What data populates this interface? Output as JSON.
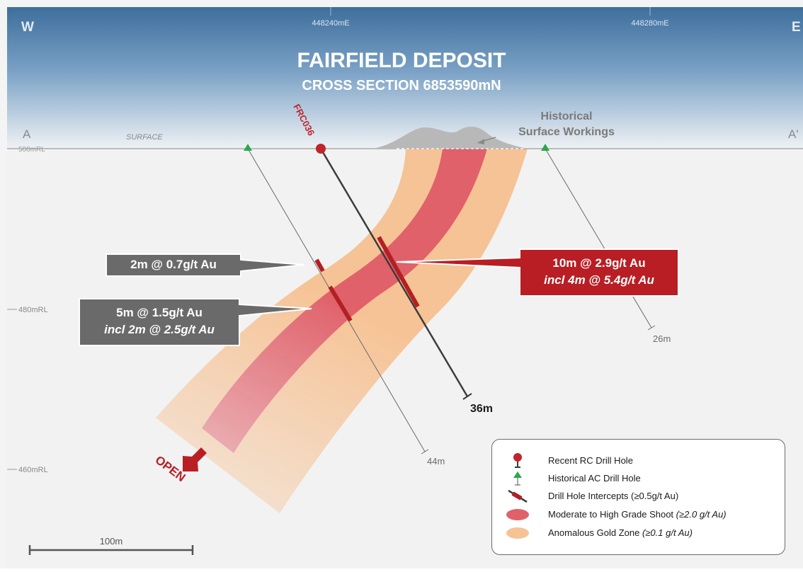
{
  "header": {
    "title": "FAIRFIELD DEPOSIT",
    "subtitle": "CROSS SECTION 6853590mN",
    "west_label": "W",
    "east_label": "E",
    "easting_1": "448240mE",
    "easting_2": "448280mE"
  },
  "section": {
    "start_label": "A",
    "end_label": "A'",
    "surface_label": "SURFACE",
    "workings_label_1": "Historical",
    "workings_label_2": "Surface Workings",
    "open_label": "OPEN"
  },
  "rl_labels": [
    "500mRL",
    "480mRL",
    "460mRL"
  ],
  "drill_holes": [
    {
      "id": "FRC036",
      "type": "Recent RC",
      "depth_label": "36m"
    },
    {
      "type": "Historical AC",
      "depth_label": "44m"
    },
    {
      "type": "Historical AC",
      "depth_label": "26m"
    }
  ],
  "intercepts": [
    {
      "line1": "2m @ 0.7g/t Au",
      "line2": ""
    },
    {
      "line1": "5m @ 1.5g/t Au",
      "line2": "incl 2m @ 2.5g/t Au"
    },
    {
      "line1": "10m @ 2.9g/t Au",
      "line2": "incl 4m @ 5.4g/t Au"
    }
  ],
  "scale_bar": {
    "label": "100m"
  },
  "legend": {
    "items": [
      {
        "label": "Recent RC Drill Hole",
        "note": ""
      },
      {
        "label": "Historical AC Drill Hole",
        "note": ""
      },
      {
        "label": "Drill Hole Intercepts (≥0.5g/t Au)",
        "note": ""
      },
      {
        "label": "Moderate to High Grade Shoot ",
        "note": "(≥2.0 g/t Au)"
      },
      {
        "label": "Anomalous Gold Zone ",
        "note": "(≥0.1 g/t Au)"
      }
    ]
  },
  "colors": {
    "recent_hole": "#c0252b",
    "historical_hole": "#2aa84a",
    "intercept": "#b31f25",
    "high_grade": "#e0616a",
    "anomalous": "#f6c396",
    "callout_grey": "#6a6a6a",
    "callout_red": "#b81e24"
  }
}
